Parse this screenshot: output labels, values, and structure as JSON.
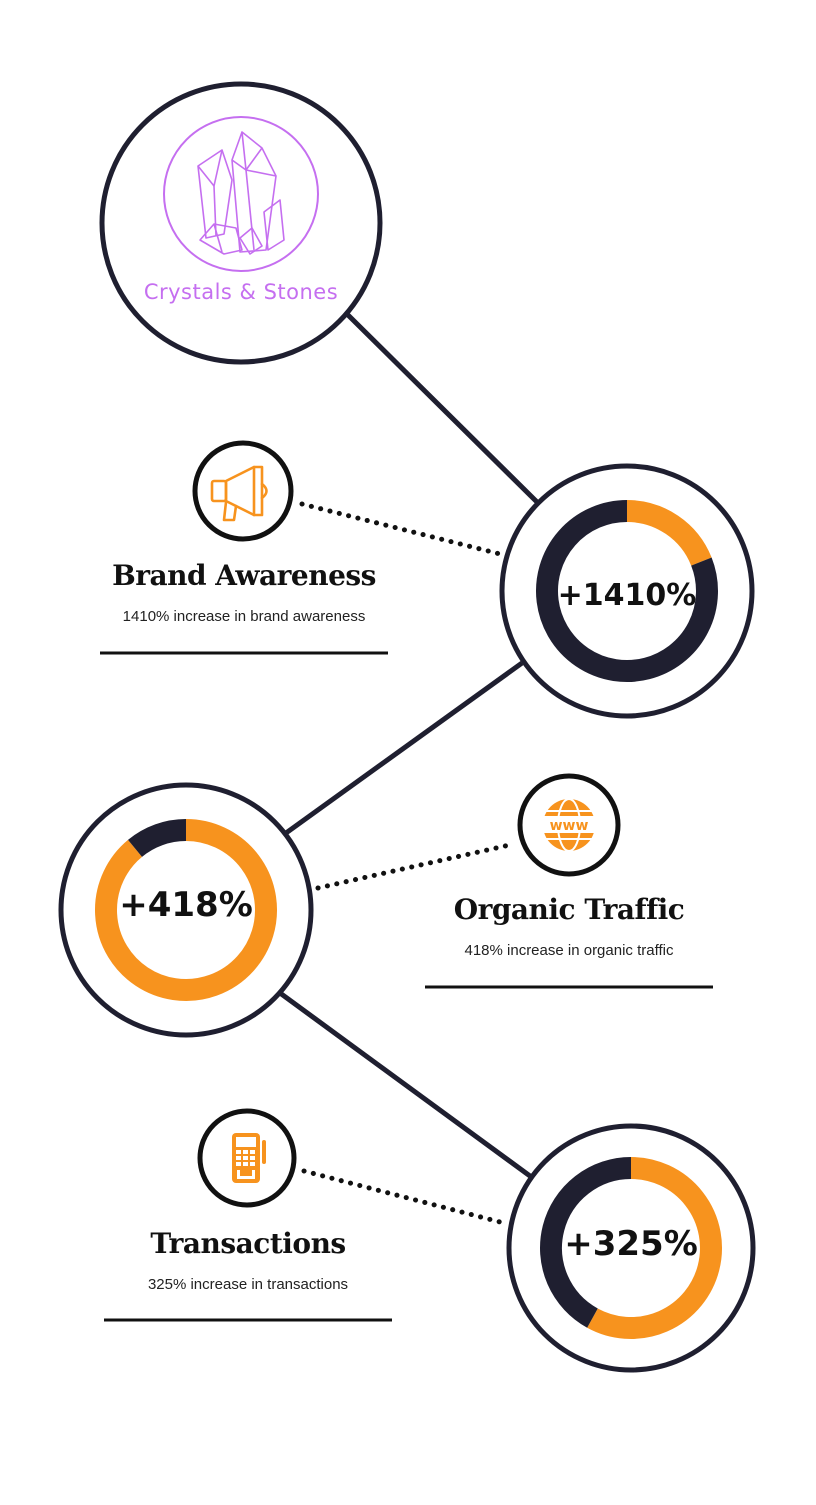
{
  "logo": {
    "text": "Crystals & Stones",
    "color": "#c56ff0"
  },
  "colors": {
    "dark": "#1f1f30",
    "accent": "#f7931e",
    "logo": "#c56ff0"
  },
  "chart_data": {
    "type": "pie",
    "items": [
      {
        "heading": "Brand Awareness",
        "description": "1410% increase in brand awareness",
        "percent_label": "+1410%",
        "icon": "megaphone-icon",
        "accent_fraction": 0.19
      },
      {
        "heading": "Organic Traffic",
        "description": "418% increase in organic traffic",
        "percent_label": "+418%",
        "icon": "globe-www-icon",
        "accent_fraction": 0.89
      },
      {
        "heading": "Transactions",
        "description": "325% increase in transactions",
        "percent_label": "+325%",
        "icon": "card-terminal-icon",
        "accent_fraction": 0.58
      }
    ]
  }
}
